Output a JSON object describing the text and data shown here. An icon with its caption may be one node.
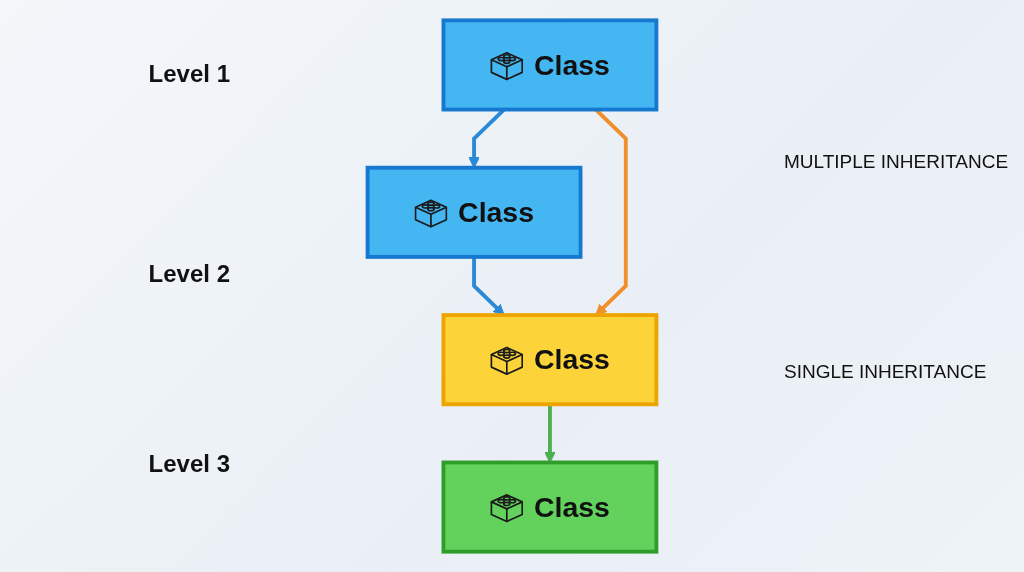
{
  "diagram": {
    "nodes": [
      {
        "text": [
          "Class"
        ]
      },
      {
        "text": [
          "Class"
        ]
      },
      {
        "text": [
          "Class"
        ]
      },
      {
        "text": [
          "Class"
        ]
      }
    ],
    "edges": [
      {
        "from": 1,
        "to": 0,
        "arrow": "to"
      },
      {
        "from": 0,
        "to": 2,
        "arrow": "to"
      },
      {
        "from": 1,
        "to": 2,
        "arrow": "to",
        "color": "#f0902a"
      },
      {
        "from": 2,
        "to": 3,
        "arrow": "to",
        "color": "#4caf50"
      }
    ],
    "labels": [
      "Level 1",
      "MULTIPLE INHERITANCE",
      "Level 2",
      "SINGLE INHERITANCE",
      "Level 3"
    ]
  }
}
